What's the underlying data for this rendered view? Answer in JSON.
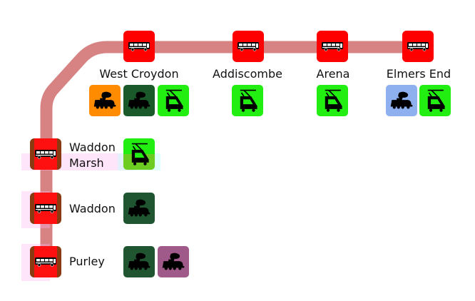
{
  "line": {
    "color": "#d88383"
  },
  "stations": [
    {
      "name": "West Croydon",
      "services": [
        {
          "icon": "steam-train-icon",
          "color": "#ff8c00"
        },
        {
          "icon": "steam-train-icon",
          "color": "#1a5a2a"
        },
        {
          "icon": "tram-icon",
          "color": "#22ee11"
        }
      ]
    },
    {
      "name": "Addiscombe",
      "services": [
        {
          "icon": "tram-icon",
          "color": "#22ee11"
        }
      ]
    },
    {
      "name": "Arena",
      "services": [
        {
          "icon": "tram-icon",
          "color": "#22ee11"
        }
      ]
    },
    {
      "name": "Elmers End",
      "services": [
        {
          "icon": "steam-train-icon",
          "color": "#8fb0ee"
        },
        {
          "icon": "tram-icon",
          "color": "#22ee11"
        }
      ]
    },
    {
      "name_line1": "Waddon",
      "name_line2": "Marsh",
      "services": [
        {
          "icon": "tram-icon",
          "color": "#55dd22"
        }
      ]
    },
    {
      "name": "Waddon",
      "services": [
        {
          "icon": "steam-train-icon",
          "color": "#1f5530"
        }
      ]
    },
    {
      "name": "Purley",
      "services": [
        {
          "icon": "steam-train-icon",
          "color": "#1f5530"
        },
        {
          "icon": "steam-train-icon",
          "color": "#a05a8a"
        }
      ]
    }
  ],
  "stop_icon": "bus-icon",
  "stop_color": "#ff0000"
}
